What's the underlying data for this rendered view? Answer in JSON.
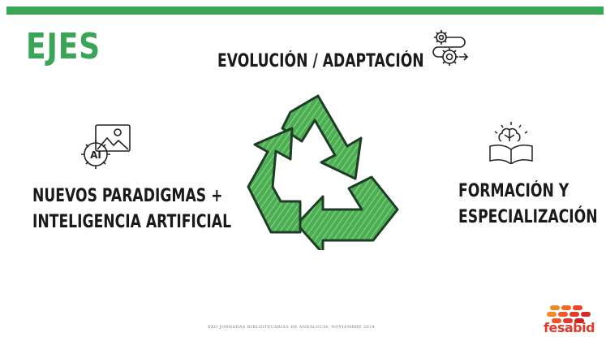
{
  "slide": {
    "title": "EJES",
    "top_heading": "EVOLUCIÓN / ADAPTACIÓN",
    "left_heading_line1": "NUEVOS PARADIGMAS +",
    "left_heading_line2": "INTELIGENCIA ARTIFICIAL",
    "right_heading_line1": "FORMACIÓN Y",
    "right_heading_line2": "ESPECIALIZACIÓN",
    "ai_icon_text": "AI",
    "footer_text": "XXII JORNADAS BIBLIOTECARIAS DE ANDALUCÍA. NOVIEMBRE 2024",
    "brand_name": "fesabid"
  },
  "colors": {
    "accent_green": "#3aa457",
    "recycle_green": "#4caf50",
    "brand_red": "#e03a2c",
    "text": "#1a1a1a"
  },
  "icons": [
    "gears-icon",
    "ai-image-icon",
    "book-brain-icon",
    "recycle-icon",
    "fesabid-logo"
  ]
}
